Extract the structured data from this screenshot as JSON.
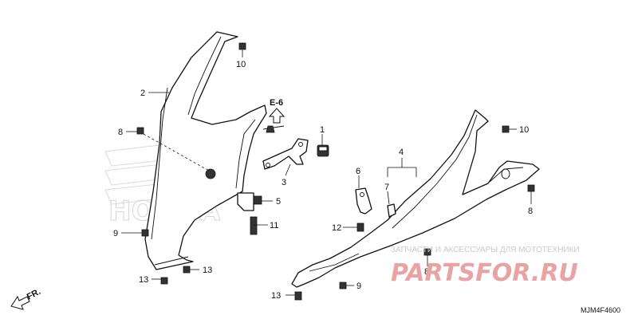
{
  "diagram": {
    "drawing_code": "MJM4F4600",
    "reference_label": "E-6",
    "direction_label": "FR.",
    "watermark": {
      "brand_text": "HONDA",
      "shop_tagline": "ЗАПЧАСТИ И АКСЕССУАРЫ ДЛЯ МОТОТЕХНИКИ",
      "shop_logo": "PARTSFOR.RU"
    },
    "callouts": {
      "c1": "1",
      "c2": "2",
      "c3": "3",
      "c4": "4",
      "c5": "5",
      "c6": "6",
      "c7": "7",
      "c8a": "8",
      "c8b": "8",
      "c8c": "8",
      "c9a": "9",
      "c9b": "9",
      "c10a": "10",
      "c10b": "10",
      "c11": "11",
      "c12": "12",
      "c13a": "13",
      "c13b": "13",
      "c13c": "13"
    }
  }
}
